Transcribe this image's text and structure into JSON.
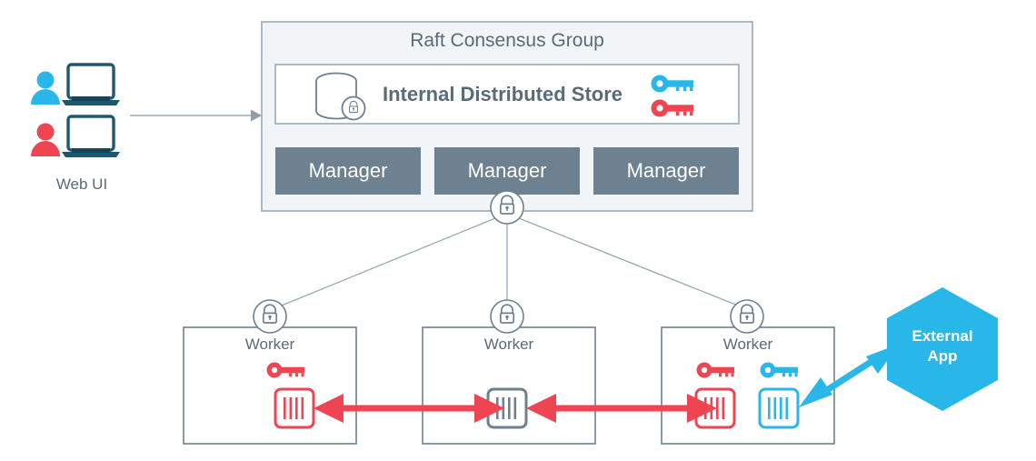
{
  "diagram": {
    "title_visible": false,
    "colors": {
      "red": "#ef4452",
      "cyan": "#29b6e8",
      "slate": "#6d8190",
      "slate_dark": "#5a6e7d",
      "panel_fill": "#f2f5f7",
      "panel_border": "#9aaab5",
      "text_gray": "#5b6b75",
      "line_gray": "#9aaab5",
      "white": "#ffffff"
    },
    "web_ui": {
      "label": "Web UI",
      "clients": [
        {
          "name": "client-blue",
          "person_color": "#29b6e8",
          "icon": "user-laptop-icon"
        },
        {
          "name": "client-red",
          "person_color": "#ef4452",
          "icon": "user-laptop-icon"
        }
      ],
      "arrow_to_cluster": {
        "icon": "arrow-right-icon",
        "color": "#9aaab5"
      }
    },
    "cluster": {
      "title": "Raft Consensus Group",
      "store": {
        "label": "Internal Distributed Store",
        "db_icon": "database-lock-icon",
        "keys": [
          {
            "name": "key-blue",
            "color": "#29b6e8",
            "icon": "key-icon"
          },
          {
            "name": "key-red",
            "color": "#ef4452",
            "icon": "key-icon"
          }
        ]
      },
      "managers": [
        {
          "label": "Manager"
        },
        {
          "label": "Manager"
        },
        {
          "label": "Manager"
        }
      ],
      "lock_node": {
        "icon": "padlock-icon"
      }
    },
    "workers": [
      {
        "label": "Worker",
        "lock_icon": "padlock-icon",
        "keys": [
          {
            "name": "key-red",
            "color": "#ef4452",
            "icon": "key-icon"
          }
        ],
        "containers": [
          {
            "name": "container-red",
            "color": "#ef4452",
            "icon": "container-icon"
          }
        ]
      },
      {
        "label": "Worker",
        "lock_icon": "padlock-icon",
        "keys": [],
        "containers": [
          {
            "name": "container-gray",
            "color": "#6d8190",
            "icon": "container-icon"
          }
        ]
      },
      {
        "label": "Worker",
        "lock_icon": "padlock-icon",
        "keys": [
          {
            "name": "key-red",
            "color": "#ef4452",
            "icon": "key-icon"
          },
          {
            "name": "key-cyan",
            "color": "#29b6e8",
            "icon": "key-icon"
          }
        ],
        "containers": [
          {
            "name": "container-red",
            "color": "#ef4452",
            "icon": "container-icon"
          },
          {
            "name": "container-cyan",
            "color": "#29b6e8",
            "icon": "container-icon"
          }
        ]
      }
    ],
    "external_app": {
      "line1": "External",
      "line2": "App",
      "shape": "hexagon",
      "color": "#29b6e8"
    },
    "connectors": [
      {
        "name": "worker1-worker2-link",
        "color": "#ef4452",
        "style": "double-arrow"
      },
      {
        "name": "worker2-worker3-link",
        "color": "#ef4452",
        "style": "double-arrow"
      },
      {
        "name": "worker3-external-app-link",
        "color": "#29b6e8",
        "style": "double-arrow"
      }
    ]
  }
}
